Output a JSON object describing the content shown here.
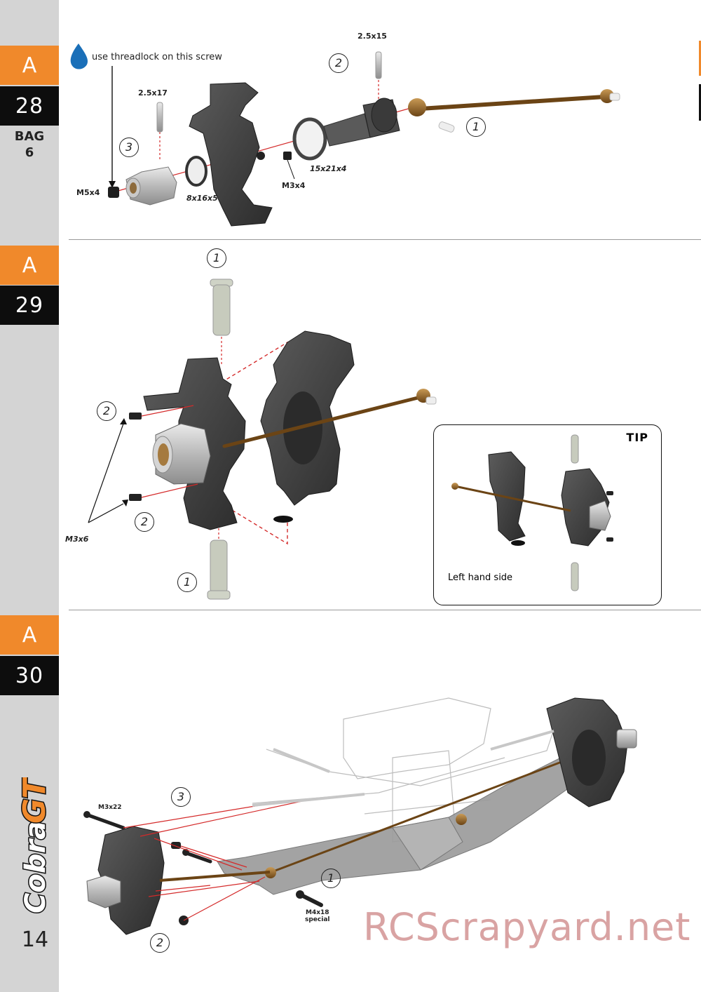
{
  "steps": [
    {
      "section": "A",
      "number": "28",
      "bag": "BAG",
      "bag_number": "6"
    },
    {
      "section": "A",
      "number": "29"
    },
    {
      "section": "A",
      "number": "30"
    }
  ],
  "page_number": "14",
  "brand": "CobraGT",
  "watermark": "RCScrapyard.net",
  "colors": {
    "accent_orange": "#f0892b",
    "step_black": "#0d0d0d",
    "sidebar_gray": "#d4d4d4",
    "guide_red": "#d42a2a"
  },
  "step28": {
    "threadlock_note": "use threadlock on this screw",
    "labels": {
      "m5x4": "M5x4",
      "s2517": "2.5x17",
      "b8165": "8x16x5",
      "m3x4": "M3x4",
      "b15214": "15x21x4",
      "s2515": "2.5x15"
    },
    "callouts": [
      "3",
      "2",
      "1"
    ]
  },
  "step29": {
    "labels": {
      "m3x6": "M3x6"
    },
    "callouts": [
      "1",
      "2",
      "2",
      "1"
    ],
    "tip": {
      "title": "TIP",
      "text": "Left hand side"
    }
  },
  "step30": {
    "labels": {
      "m3x22": "M3x22",
      "m4x18": "M4x18",
      "special": "special"
    },
    "callouts": [
      "3",
      "1",
      "2"
    ]
  }
}
